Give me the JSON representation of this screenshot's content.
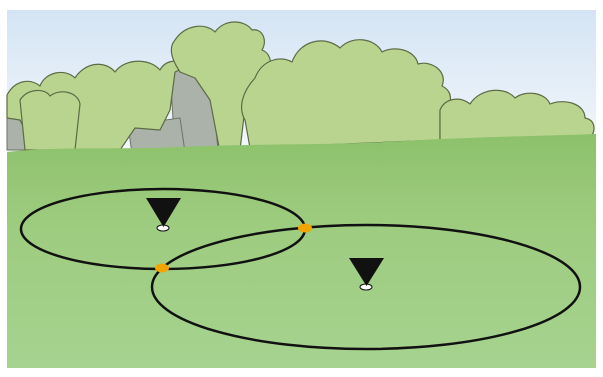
{
  "scene": {
    "colors": {
      "sky_top": "#d4e4f4",
      "sky_bottom": "#f4f8fb",
      "ground_top": "#8cc16a",
      "ground_bottom": "#a4d18d",
      "bush": "#b9d48f",
      "bush_outline": "#5d6b46",
      "building": "#aab2aa",
      "circle_stroke": "#111111",
      "marker": "#111111",
      "marker_base": "#ffffff",
      "intersection": "#f2a500"
    },
    "elements": {
      "bushes": "background-bushes",
      "buildings": "background-buildings",
      "circles": [
        "range-circle-left",
        "range-circle-right"
      ],
      "markers": [
        "speaker-marker-left",
        "speaker-marker-right"
      ],
      "intersections": [
        "intersection-point-upper",
        "intersection-point-lower"
      ]
    }
  }
}
